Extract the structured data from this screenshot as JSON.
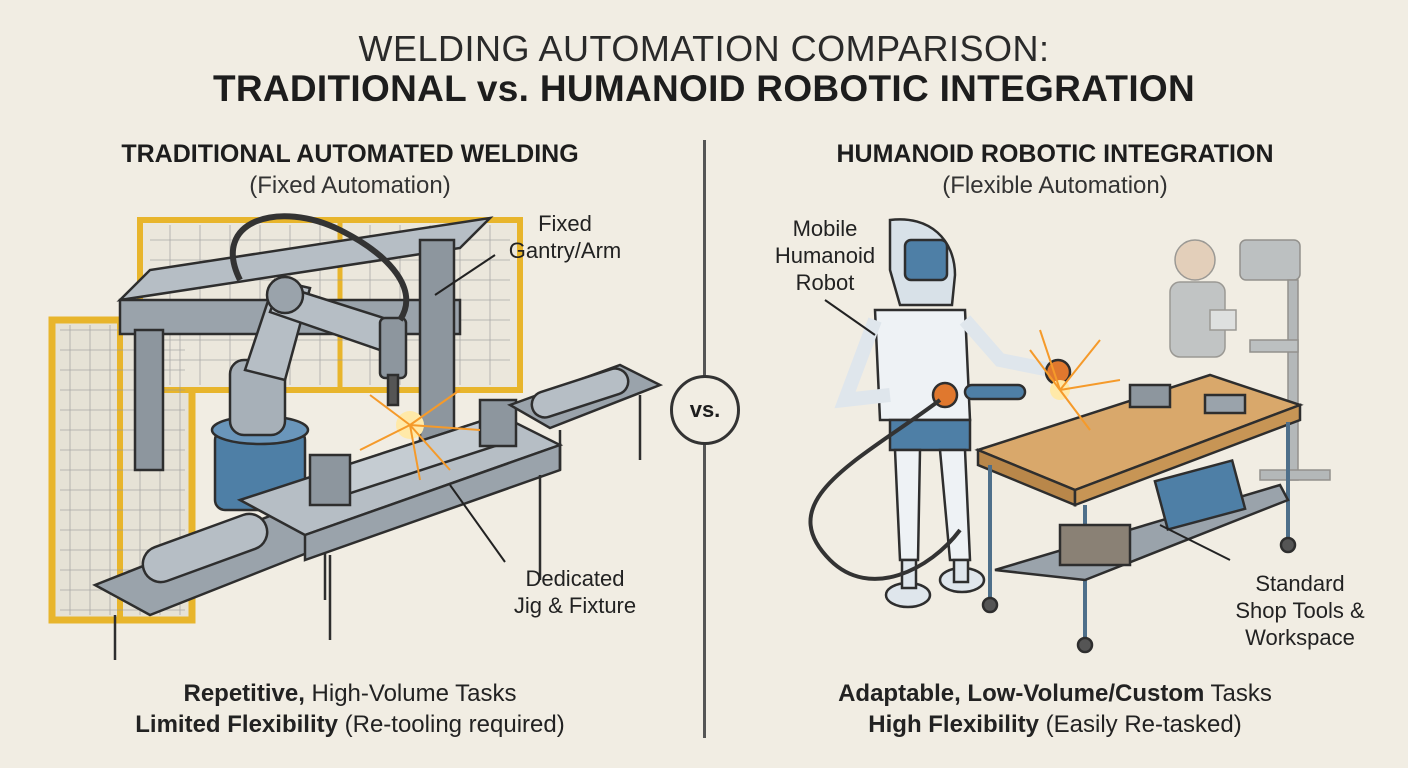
{
  "title": {
    "line1": "WELDING AUTOMATION COMPARISON:",
    "line2": "TRADITIONAL vs. HUMANOID ROBOTIC INTEGRATION"
  },
  "left_panel": {
    "heading": "TRADITIONAL AUTOMATED WELDING",
    "subheading": "(Fixed Automation)",
    "callouts": {
      "gantry_l1": "Fixed",
      "gantry_l2": "Gantry/Arm",
      "jig_l1": "Dedicated",
      "jig_l2": "Jig & Fixture"
    },
    "footer": {
      "line1_bold": "Repetitive,",
      "line1_rest": " High-Volume Tasks",
      "line2_bold": "Limited Flexibility",
      "line2_rest": " (Re-tooling required)"
    }
  },
  "right_panel": {
    "heading": "HUMANOID ROBOTIC INTEGRATION",
    "subheading": "(Flexible Automation)",
    "callouts": {
      "robot_l1": "Mobile",
      "robot_l2": "Humanoid",
      "robot_l3": "Robot",
      "tools_l1": "Standard",
      "tools_l2": "Shop Tools &",
      "tools_l3": "Workspace"
    },
    "footer": {
      "line1_bold": "Adaptable, Low-Volume/Custom",
      "line1_rest": " Tasks",
      "line2_bold": "High Flexibility",
      "line2_rest": " (Easily Re-tasked)"
    }
  },
  "vs_label": "vs.",
  "colors": {
    "background": "#f1ede3",
    "safety_yellow": "#e8b52c",
    "steel_gray": "#9aa3ab",
    "robot_blue": "#4e7fa6",
    "glove_orange": "#e0782e",
    "bench_wood": "#d9a86b",
    "spark": "#f59a2a"
  }
}
